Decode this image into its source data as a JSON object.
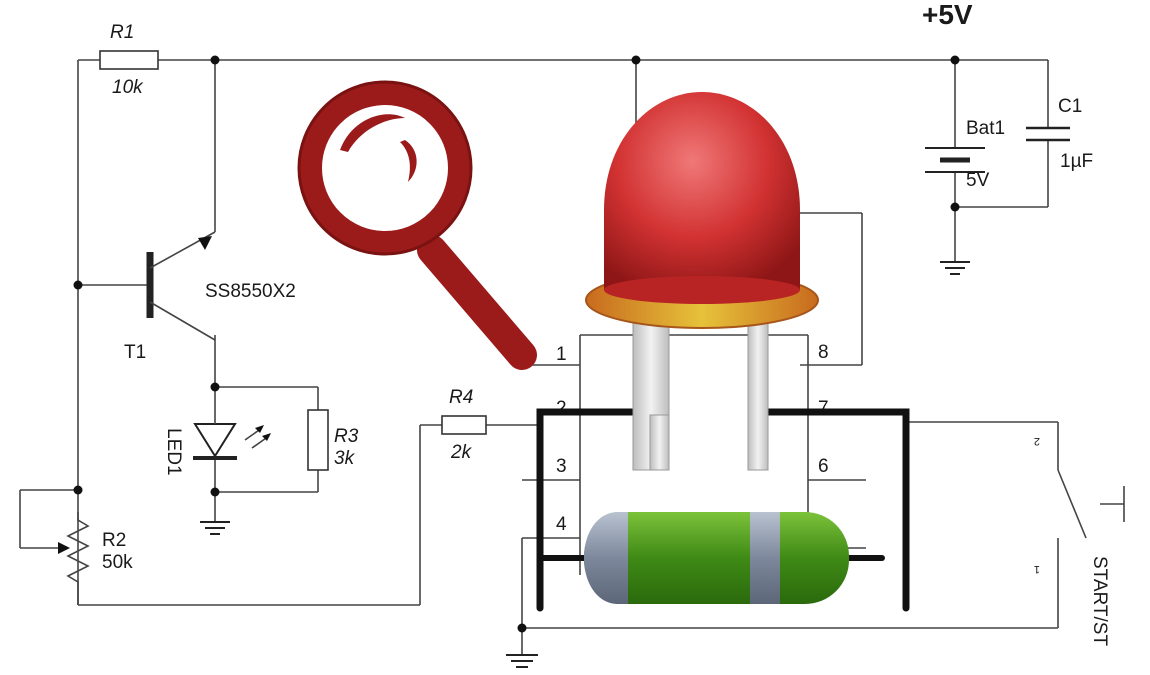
{
  "supply": {
    "label": "+5V",
    "color": "#e02020"
  },
  "components": {
    "r1": {
      "name": "R1",
      "value": "10k"
    },
    "r2": {
      "name": "R2",
      "value": "50k"
    },
    "r3": {
      "name": "R3",
      "value": "3k"
    },
    "r4": {
      "name": "R4",
      "value": "2k"
    },
    "t1": {
      "name": "T1",
      "part": "SS8550X2"
    },
    "led1": {
      "name": "LED1"
    },
    "bat1": {
      "name": "Bat1",
      "value": "5V"
    },
    "c1": {
      "name": "C1",
      "value": "1µF"
    },
    "switch": {
      "name": "START/ST",
      "pin_top": "2",
      "pin_bottom": "1"
    }
  },
  "ic_pins": [
    "1",
    "2",
    "3",
    "4",
    "6",
    "7",
    "8"
  ],
  "colors": {
    "magnifier": "#9b1b1b",
    "led_dome": "#d83a3a",
    "led_ring": "#e0902a",
    "resistor_body": "#4a9a1a",
    "resistor_cap": "#8a95a8"
  },
  "icons": [
    "magnifier-icon",
    "red-led-icon",
    "resistor-icon"
  ]
}
